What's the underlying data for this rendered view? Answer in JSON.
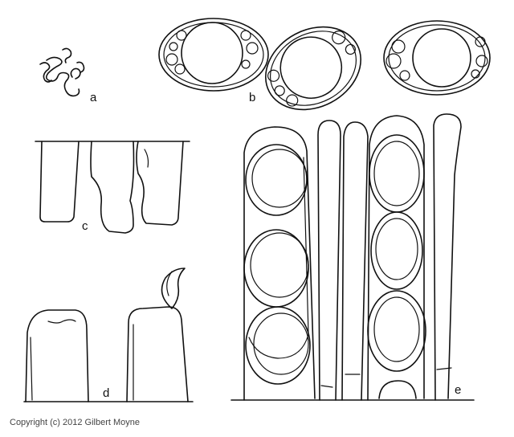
{
  "labels": {
    "a": "a",
    "b": "b",
    "c": "c",
    "d": "d",
    "e": "e"
  },
  "copyright": "Copyright (c) 2012 Gilbert Moyne"
}
